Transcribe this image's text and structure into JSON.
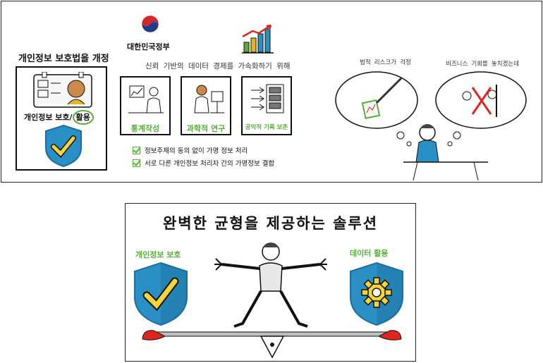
{
  "top_panel": {
    "logo_text": "대한민국정부",
    "amendment_title": "개인정보 보호법을 개정",
    "card_caption_prefix": "개인정보 보호/",
    "card_caption_highlight": "활용",
    "subtitle": "신뢰 기반의 데이터 경제를 가속화하기 위해",
    "boxes": [
      {
        "label": "통계작성"
      },
      {
        "label": "과학적 연구"
      },
      {
        "label": "공익적 기록 보존"
      }
    ],
    "checks": [
      "정보주체의 동의 없이 가명 정보 처리",
      "서로 다른 개인정보 처리자 간의 가명정보 결합"
    ],
    "bubble_left_text": "법적 리스크가 걱정",
    "bubble_right_text": "비즈니스 기회를 놓치겠는데"
  },
  "bottom_panel": {
    "title": "완벽한 균형을 제공하는 솔루션",
    "left_label": "개인정보 보호",
    "right_label": "데이터 활용"
  },
  "colors": {
    "shield_blue": "#2a8fc4",
    "shield_dark": "#1b6e9d",
    "check_yellow": "#f5d43a",
    "accent_green": "#5aae3c",
    "seesaw_red": "#e0261c"
  }
}
